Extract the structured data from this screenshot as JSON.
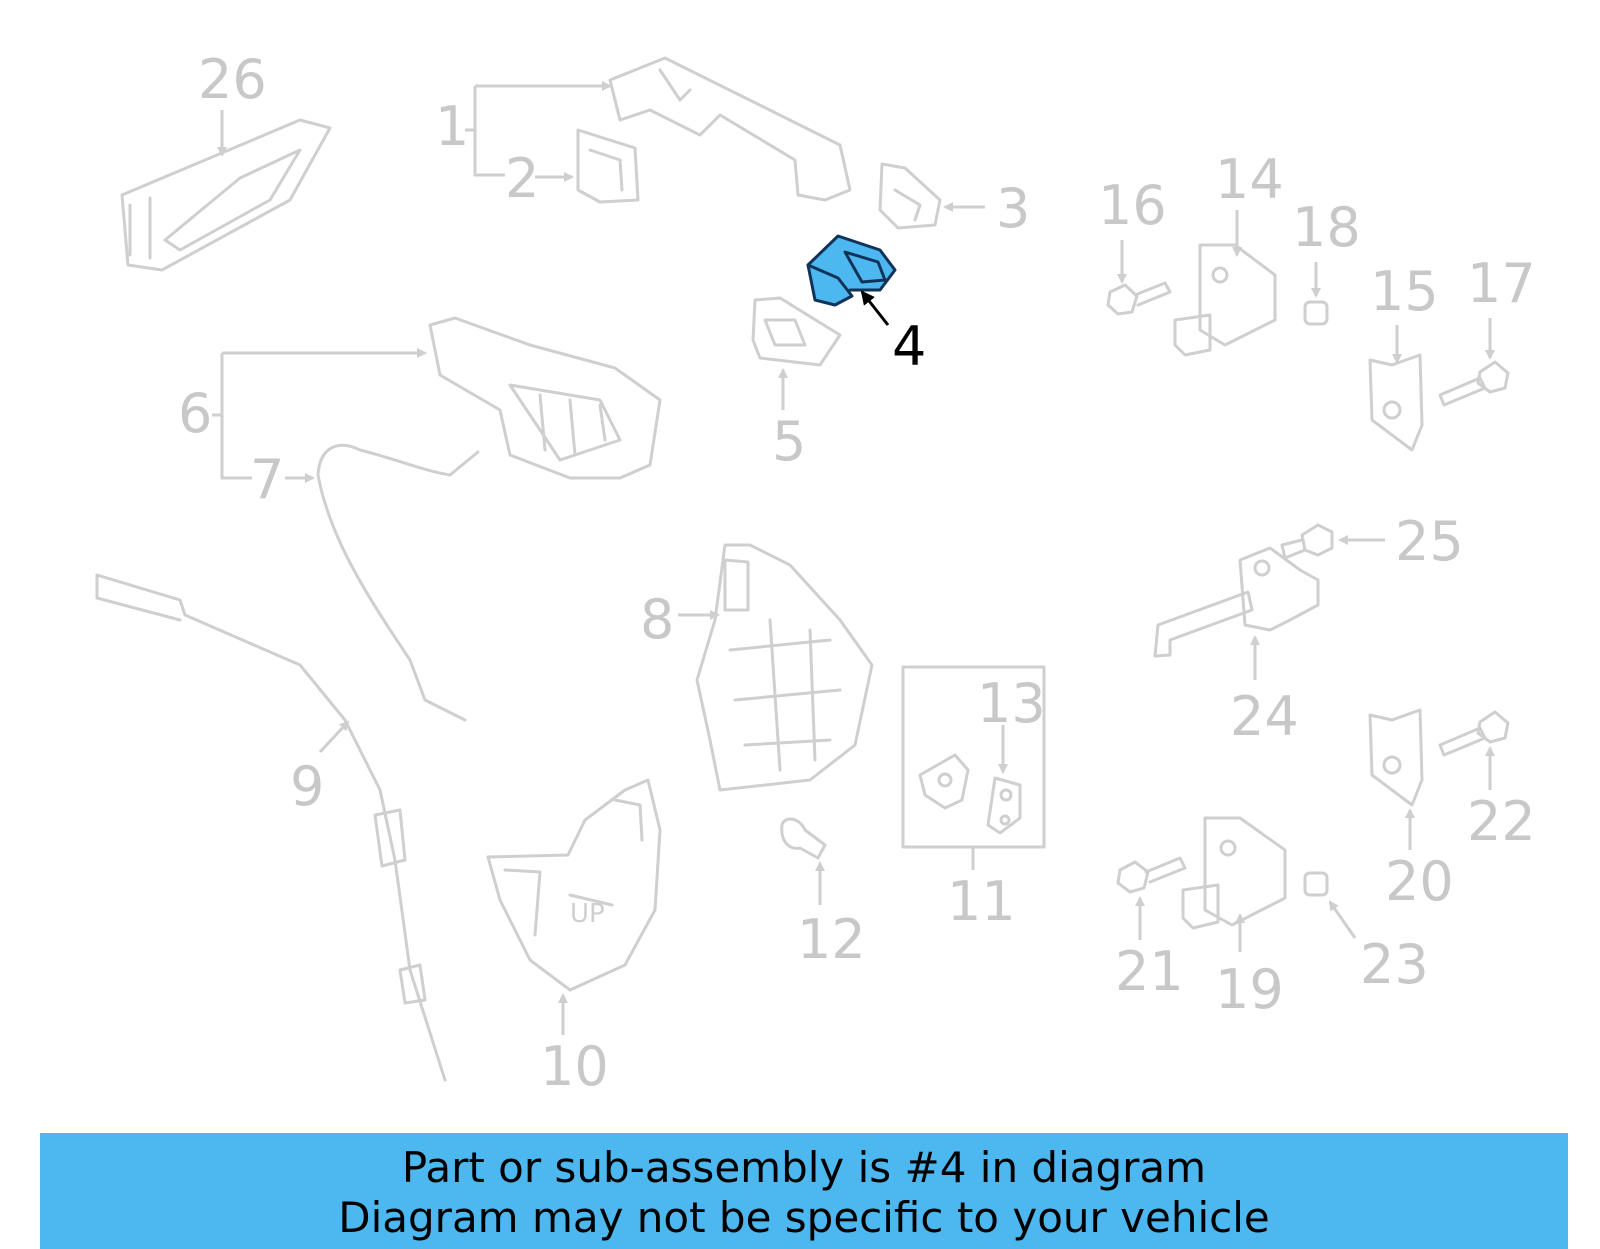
{
  "highlight": {
    "part_number": "4",
    "color": "#4db8f0"
  },
  "labels": {
    "l1": "1",
    "l2": "2",
    "l3": "3",
    "l4": "4",
    "l5": "5",
    "l6": "6",
    "l7": "7",
    "l8": "8",
    "l9": "9",
    "l10": "10",
    "l11": "11",
    "l12": "12",
    "l13": "13",
    "l14": "14",
    "l15": "15",
    "l16": "16",
    "l17": "17",
    "l18": "18",
    "l19": "19",
    "l20": "20",
    "l21": "21",
    "l22": "22",
    "l23": "23",
    "l24": "24",
    "l25": "25",
    "l26": "26"
  },
  "banner": {
    "line1": "Part or sub-assembly is #4 in diagram",
    "line2": "Diagram may not be specific to your vehicle",
    "color": "#4db8f0"
  }
}
